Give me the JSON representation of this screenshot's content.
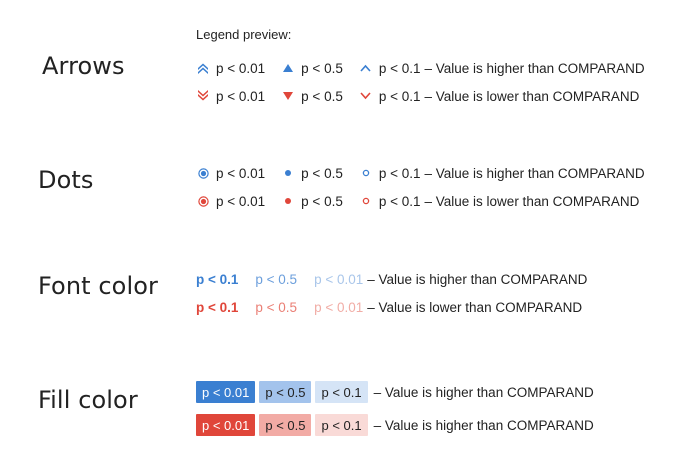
{
  "legend_preview": "Legend preview:",
  "sections": {
    "arrows": {
      "title": "Arrows",
      "higher": {
        "items": [
          "p < 0.01",
          "p < 0.5",
          "p < 0.1"
        ],
        "desc": "– Value is higher than COMPARAND"
      },
      "lower": {
        "items": [
          "p < 0.01",
          "p < 0.5",
          "p < 0.1"
        ],
        "desc": "– Value is lower than COMPARAND"
      }
    },
    "dots": {
      "title": "Dots",
      "higher": {
        "items": [
          "p < 0.01",
          "p < 0.5",
          "p < 0.1"
        ],
        "desc": "– Value is higher than COMPARAND"
      },
      "lower": {
        "items": [
          "p < 0.01",
          "p < 0.5",
          "p < 0.1"
        ],
        "desc": "– Value is lower than COMPARAND"
      }
    },
    "font_color": {
      "title": "Font color",
      "higher": {
        "items": [
          "p < 0.1",
          "p < 0.5",
          "p < 0.01"
        ],
        "desc": "– Value is higher than COMPARAND"
      },
      "lower": {
        "items": [
          "p < 0.1",
          "p < 0.5",
          "p < 0.01"
        ],
        "desc": "– Value is lower than COMPARAND"
      }
    },
    "fill_color": {
      "title": "Fill color",
      "higher": {
        "items": [
          "p < 0.01",
          "p < 0.5",
          "p < 0.1"
        ],
        "desc": "– Value is higher than COMPARAND"
      },
      "lower": {
        "items": [
          "p < 0.01",
          "p < 0.5",
          "p < 0.1"
        ],
        "desc": "– Value is higher than COMPARAND"
      }
    }
  },
  "icons": {
    "arrows_higher": [
      "double-chevron-up-icon",
      "triangle-up-icon",
      "chevron-up-icon"
    ],
    "arrows_lower": [
      "double-chevron-down-icon",
      "triangle-down-icon",
      "chevron-down-icon"
    ],
    "dots": [
      "ringed-dot-icon",
      "dot-icon",
      "hollow-dot-icon"
    ]
  },
  "colors": {
    "blue": "#3a7fd1",
    "red": "#e0463a",
    "blue_font": [
      "#3a7fd1",
      "#6c9fdc",
      "#a9c6ea"
    ],
    "red_font": [
      "#e0463a",
      "#ea7f75",
      "#f1ada6"
    ],
    "blue_fill": [
      "#3a7fd1",
      "#a3c3ec",
      "#d5e4f6"
    ],
    "blue_fill_text": [
      "#ffffff",
      "#222222",
      "#222222"
    ],
    "red_fill": [
      "#e0463a",
      "#f2aba5",
      "#f9dad7"
    ],
    "red_fill_text": [
      "#ffffff",
      "#222222",
      "#222222"
    ]
  }
}
